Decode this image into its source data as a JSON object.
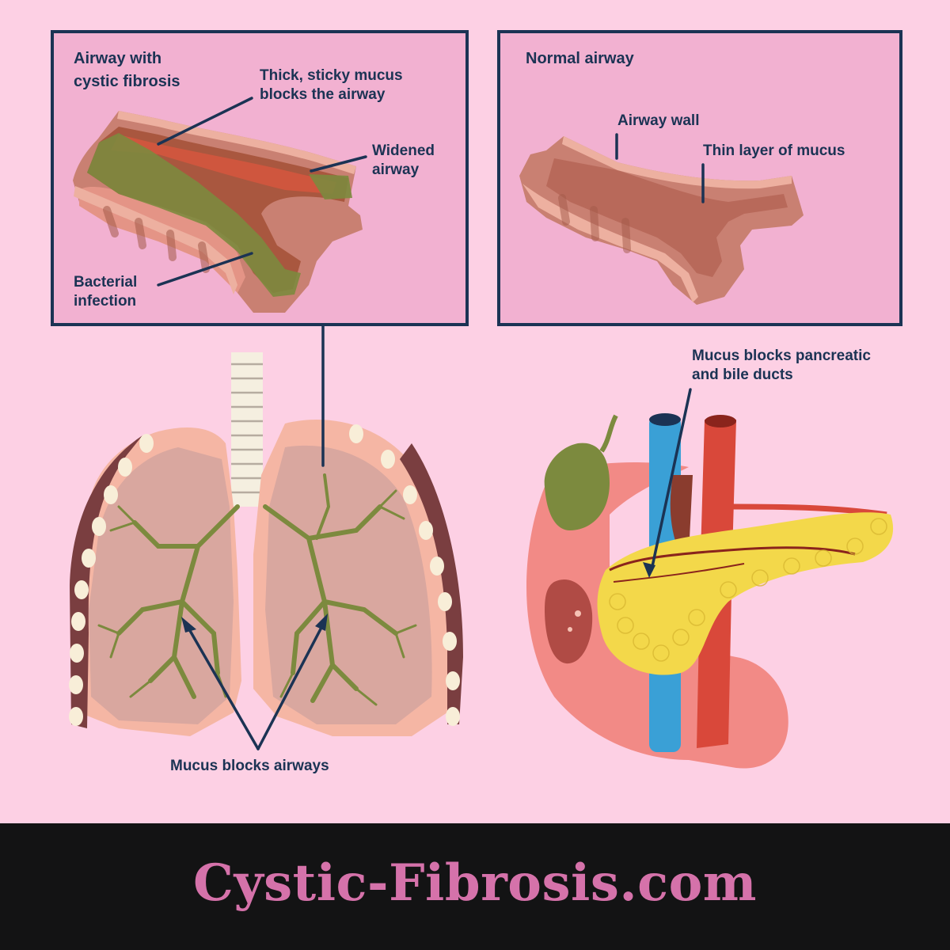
{
  "colors": {
    "background": "#fdd0e4",
    "panel_fill": "#f2b1d1",
    "panel_border": "#1b3354",
    "label_text": "#1b3354",
    "footer_bg": "#131314",
    "brand_text": "#d572aa",
    "mucus": "#7c8a3e",
    "airway_tissue": "#c98072",
    "lung_fill": "#d9a79f",
    "pancreas": "#f3d84a",
    "stomach": "#f28a86",
    "vein": "#3aa0d6",
    "artery": "#d9483a"
  },
  "cf_panel": {
    "title": "Airway with\ncystic fibrosis",
    "mucus_label": "Thick, sticky mucus\nblocks the airway",
    "widened_label": "Widened\nairway",
    "bacterial_label": "Bacterial\ninfection"
  },
  "normal_panel": {
    "title": "Normal airway",
    "wall_label": "Airway wall",
    "mucus_label": "Thin layer of mucus"
  },
  "lungs": {
    "label": "Mucus blocks airways"
  },
  "digestive": {
    "label": "Mucus blocks pancreatic\nand bile ducts"
  },
  "footer": {
    "brand": "Cystic-Fibrosis.com"
  }
}
